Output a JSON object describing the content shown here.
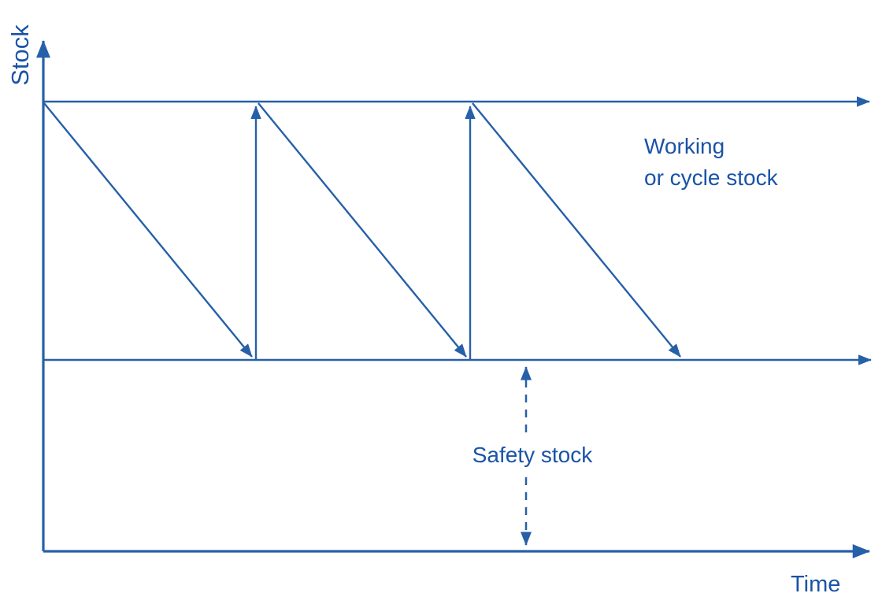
{
  "diagram": {
    "title": "Inventory sawtooth diagram",
    "y_axis_label": "Stock",
    "x_axis_label": "Time",
    "working_stock_label": "Working\nor cycle stock",
    "safety_stock_label": "Safety stock",
    "colors": {
      "line": "#2660A8",
      "text": "#1A53A6"
    },
    "structure": {
      "top_level_line": "maximum stock level (working/cycle stock ceiling)",
      "middle_level_line": "safety stock level",
      "sawtooth_cycles": 3,
      "safety_band_indicator": "dashed double-headed vertical arrow between safety stock line and time axis"
    }
  }
}
